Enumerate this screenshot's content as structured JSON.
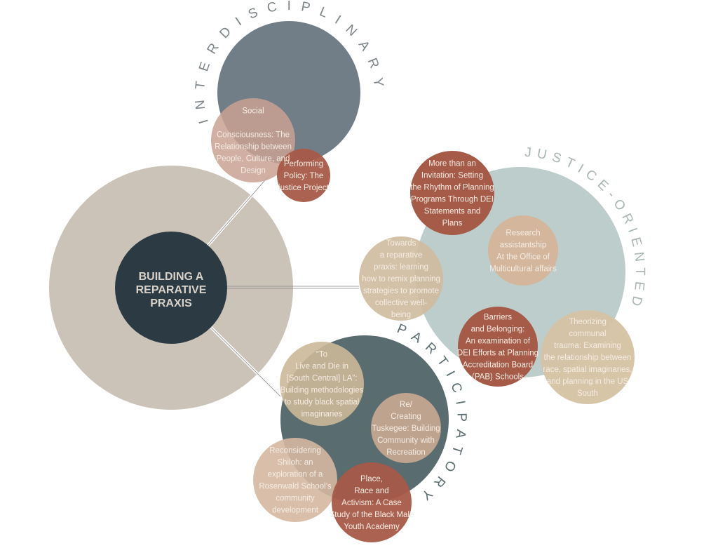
{
  "center": {
    "lines": [
      "BUILDING A",
      "REPARATIVE",
      "PRAXIS"
    ],
    "color": "#2c3a44",
    "halo_color": "#cbc3b8"
  },
  "categories": [
    {
      "id": "interdisciplinary",
      "label": "INTERDISCIPLINARY",
      "color": "#717e88"
    },
    {
      "id": "justice",
      "label": "JUSTICE-ORIENTED",
      "color": "#bccdcb"
    },
    {
      "id": "participatory",
      "label": "PARTICIPATORY",
      "color": "#596c6f"
    }
  ],
  "projects": [
    {
      "id": "social",
      "lines": [
        "Social",
        "",
        "Consciousness: The",
        "Relationship between",
        "People, Culture, and",
        "Design"
      ],
      "color": "#c9a193"
    },
    {
      "id": "performing-policy",
      "lines": [
        "Performing",
        "Policy: The",
        "justice Project"
      ],
      "color": "#a65a48"
    },
    {
      "id": "more-than-invitation",
      "lines": [
        "More than an",
        "Invitation: Setting",
        "the Rhythm of Planning",
        "Programs Through DEI",
        "Statements and",
        "Plans"
      ],
      "color": "#a65a48"
    },
    {
      "id": "research-assistantship",
      "lines": [
        "Research",
        "assistantship",
        "At the Office of",
        "Multicultural affairs"
      ],
      "color": "#d3b69c"
    },
    {
      "id": "towards-reparative",
      "lines": [
        "Towards",
        "a reparative",
        "praxis: learning",
        "how to remix planning",
        "strategies to promote",
        "collective well-",
        "being"
      ],
      "color": "#cfbb9e"
    },
    {
      "id": "barriers-belonging",
      "lines": [
        "Barriers",
        "and Belonging:",
        "An examination of",
        "DEI Efforts at Planning",
        "Accreditation Board",
        "(PAB) Schools"
      ],
      "color": "#a65a48"
    },
    {
      "id": "theorizing-trauma",
      "lines": [
        "Theorizing",
        "communal",
        "trauma: Examining",
        "the relationship between",
        "race, spatial imaginaries,",
        "and planning in the US",
        "South"
      ],
      "color": "#d5c2a3"
    },
    {
      "id": "to-live-and-die",
      "lines": [
        "“To",
        "Live and Die in",
        "[South Central] LA”:",
        "Building methodologies",
        "to study black spatial",
        "imaginaries"
      ],
      "color": "#cbb898"
    },
    {
      "id": "recreating-tuskegee",
      "lines": [
        "Re/",
        "Creating",
        "Tuskegee: Building",
        "Community with",
        "Recreation"
      ],
      "color": "#c4a690"
    },
    {
      "id": "reconsidering-shiloh",
      "lines": [
        "Reconsidering",
        "Shiloh: an",
        "exploration of a",
        "Rosenwald School’s",
        "community",
        "development"
      ],
      "color": "#d5b8a1"
    },
    {
      "id": "place-race-activism",
      "lines": [
        "Place,",
        "Race and",
        "Activism: A Case",
        "Study of the Black Male",
        "Youth Academy"
      ],
      "color": "#a65a48"
    }
  ]
}
